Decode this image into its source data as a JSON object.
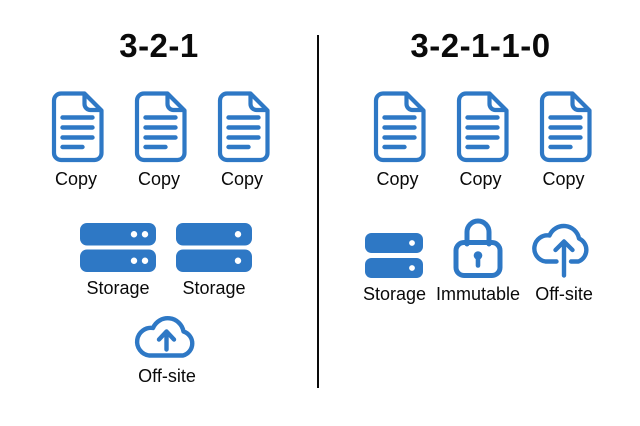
{
  "colors": {
    "accent": "#2E78C5",
    "text": "#0A0A0A",
    "divider": "#0A0A0A",
    "background": "#FFFFFF"
  },
  "left_panel": {
    "title": "3-2-1",
    "copies": [
      {
        "label": "Copy",
        "icon": "document-icon"
      },
      {
        "label": "Copy",
        "icon": "document-icon"
      },
      {
        "label": "Copy",
        "icon": "document-icon"
      }
    ],
    "storage_items": [
      {
        "label": "Storage",
        "icon": "server-stack-icon",
        "dots_per_bar": 2
      },
      {
        "label": "Storage",
        "icon": "server-stack-icon",
        "dots_per_bar": 1
      }
    ],
    "offsite": {
      "label": "Off-site",
      "icon": "cloud-upload-icon"
    }
  },
  "right_panel": {
    "title": "3-2-1-1-0",
    "copies": [
      {
        "label": "Copy",
        "icon": "document-icon"
      },
      {
        "label": "Copy",
        "icon": "document-icon"
      },
      {
        "label": "Copy",
        "icon": "document-icon"
      }
    ],
    "bottom_items": [
      {
        "label": "Storage",
        "icon": "server-stack-icon",
        "dots_per_bar": 1
      },
      {
        "label": "Immutable",
        "icon": "padlock-icon"
      },
      {
        "label": "Off-site",
        "icon": "cloud-upload-arrow-icon"
      }
    ]
  }
}
